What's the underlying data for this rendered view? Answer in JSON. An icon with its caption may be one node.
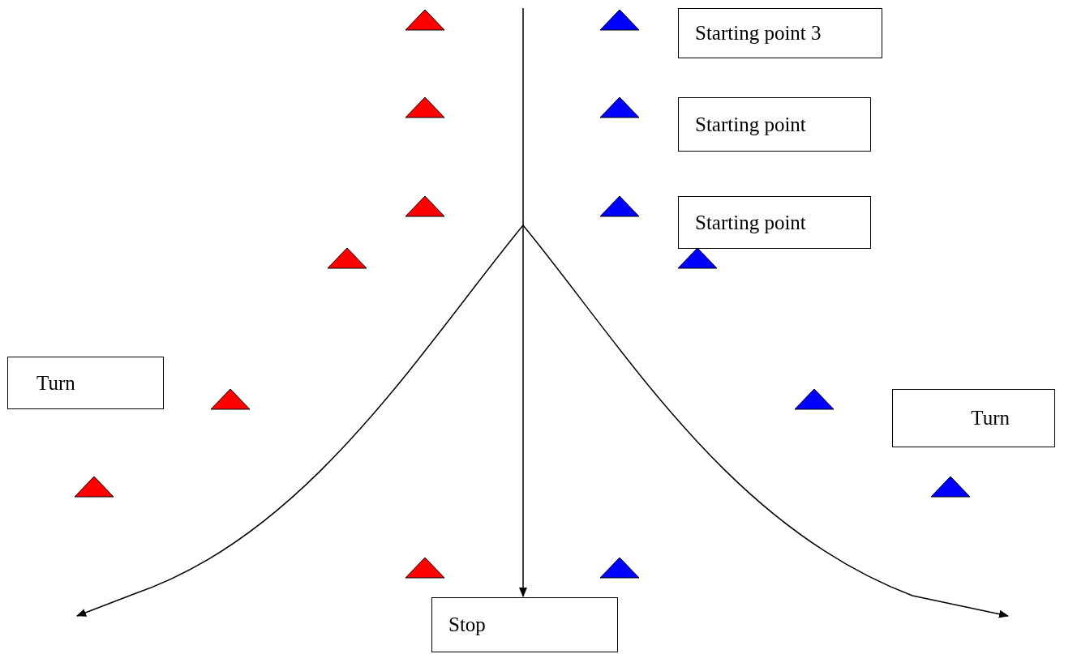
{
  "diagram": {
    "nodes": [
      {
        "text": [
          "Starting point 3"
        ]
      },
      {
        "text": [
          "Starting point"
        ]
      },
      {
        "text": [
          "Starting point"
        ]
      },
      {
        "text": [
          "Turn"
        ]
      },
      {
        "text": [
          "Turn"
        ]
      },
      {
        "text": [
          "Stop"
        ]
      }
    ],
    "edges": [
      {
        "from": null,
        "to": 5,
        "arrow": "to"
      }
    ]
  }
}
